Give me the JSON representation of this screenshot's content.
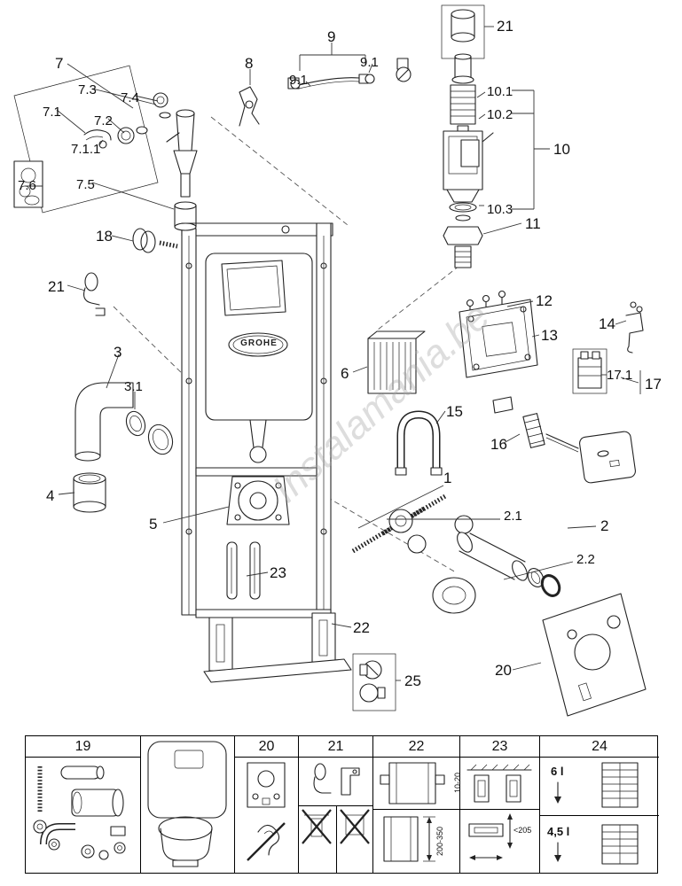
{
  "brand": {
    "logo_text": "GROHE"
  },
  "watermark": {
    "text": "Instalamania.be"
  },
  "callouts": {
    "c1": "1",
    "c2": "2",
    "c2_1": "2.1",
    "c2_2": "2.2",
    "c3": "3",
    "c3_1": "3.1",
    "c4": "4",
    "c5": "5",
    "c6": "6",
    "c7": "7",
    "c7_1": "7.1",
    "c7_1_1": "7.1.1",
    "c7_2": "7.2",
    "c7_3": "7.3",
    "c7_4": "7.4",
    "c7_5": "7.5",
    "c7_6": "7.6",
    "c8": "8",
    "c9": "9",
    "c9_1a": "9.1",
    "c9_1b": "9.1",
    "c10": "10",
    "c10_1": "10.1",
    "c10_2": "10.2",
    "c10_3": "10.3",
    "c11": "11",
    "c12": "12",
    "c13": "13",
    "c14": "14",
    "c15": "15",
    "c16": "16",
    "c17": "17",
    "c17_1": "17.1",
    "c18": "18",
    "c20": "20",
    "c21_top": "21",
    "c21_left": "21",
    "c22": "22",
    "c23": "23",
    "c25": "25"
  },
  "table": {
    "headers": {
      "col19": "19",
      "col20": "20",
      "col21": "21",
      "col22": "22",
      "col23": "23",
      "col24": "24"
    },
    "annotations": {
      "height_range": "200-350",
      "depth_range": "10-20",
      "max_width": "<205",
      "full_flush": "6 l",
      "eco_flush": "4,5 l"
    }
  }
}
